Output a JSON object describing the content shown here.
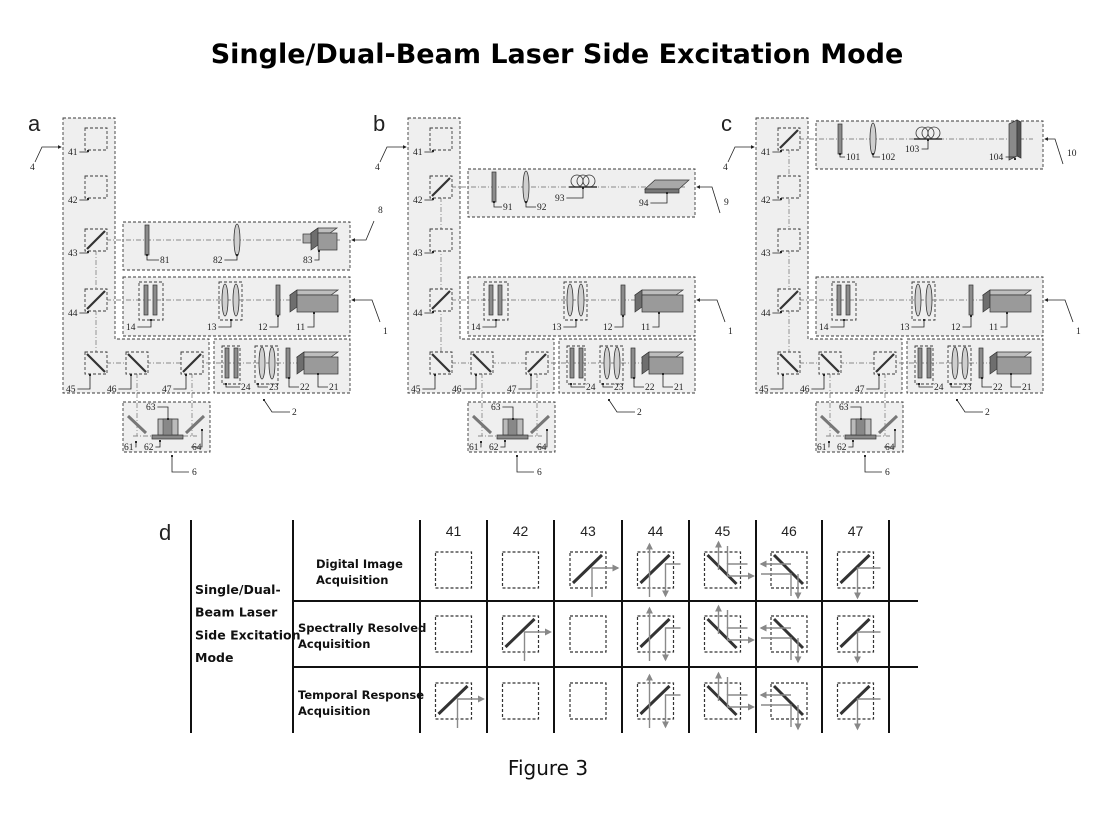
{
  "title": "Single/Dual-Beam Laser Side Excitation Mode",
  "figure_caption": "Figure 3",
  "panels": [
    {
      "letter": "a",
      "module4_label": "4",
      "elements": [
        {
          "id": "41",
          "mirror": "none"
        },
        {
          "id": "42",
          "mirror": "none"
        },
        {
          "id": "43",
          "mirror": "slash"
        },
        {
          "id": "44",
          "mirror": "slash"
        },
        {
          "id": "45",
          "mirror": "backslash"
        },
        {
          "id": "46",
          "mirror": "backslash"
        },
        {
          "id": "47",
          "mirror": "slash"
        }
      ],
      "side_module": {
        "label": "8",
        "port": "43",
        "parts": [
          {
            "id": "81",
            "type": "filter"
          },
          {
            "id": "82",
            "type": "lens"
          },
          {
            "id": "83",
            "type": "camera"
          }
        ]
      },
      "laser_module_1": {
        "label": "1",
        "parts": [
          {
            "id": "14",
            "type": "plate-pair"
          },
          {
            "id": "13",
            "type": "lens-pair"
          },
          {
            "id": "12",
            "type": "filter"
          },
          {
            "id": "11",
            "type": "laser"
          }
        ]
      },
      "laser_module_2": {
        "label": "2",
        "parts": [
          {
            "id": "24",
            "type": "plate-pair"
          },
          {
            "id": "23",
            "type": "lens-pair"
          },
          {
            "id": "22",
            "type": "filter"
          },
          {
            "id": "21",
            "type": "laser"
          }
        ]
      },
      "sample_module": {
        "label": "6",
        "parts": [
          {
            "id": "61",
            "type": "mirror"
          },
          {
            "id": "62",
            "type": "stage"
          },
          {
            "id": "63",
            "type": "cuvette"
          },
          {
            "id": "64",
            "type": "mirror"
          }
        ]
      }
    },
    {
      "letter": "b",
      "module4_label": "4",
      "elements": [
        {
          "id": "41",
          "mirror": "none"
        },
        {
          "id": "42",
          "mirror": "slash"
        },
        {
          "id": "43",
          "mirror": "none"
        },
        {
          "id": "44",
          "mirror": "slash"
        },
        {
          "id": "45",
          "mirror": "backslash"
        },
        {
          "id": "46",
          "mirror": "backslash"
        },
        {
          "id": "47",
          "mirror": "slash"
        }
      ],
      "side_module": {
        "label": "9",
        "port": "42",
        "parts": [
          {
            "id": "91",
            "type": "filter"
          },
          {
            "id": "92",
            "type": "lens"
          },
          {
            "id": "93",
            "type": "fiber-coil"
          },
          {
            "id": "94",
            "type": "slab"
          }
        ]
      },
      "laser_module_1": {
        "label": "1",
        "parts": [
          {
            "id": "14",
            "type": "plate-pair"
          },
          {
            "id": "13",
            "type": "lens-pair"
          },
          {
            "id": "12",
            "type": "filter"
          },
          {
            "id": "11",
            "type": "laser"
          }
        ]
      },
      "laser_module_2": {
        "label": "2",
        "parts": [
          {
            "id": "24",
            "type": "plate-pair"
          },
          {
            "id": "23",
            "type": "lens-pair"
          },
          {
            "id": "22",
            "type": "filter"
          },
          {
            "id": "21",
            "type": "laser"
          }
        ]
      },
      "sample_module": {
        "label": "6",
        "parts": [
          {
            "id": "61",
            "type": "mirror"
          },
          {
            "id": "62",
            "type": "stage"
          },
          {
            "id": "63",
            "type": "cuvette"
          },
          {
            "id": "64",
            "type": "mirror"
          }
        ]
      }
    },
    {
      "letter": "c",
      "module4_label": "4",
      "elements": [
        {
          "id": "41",
          "mirror": "slash"
        },
        {
          "id": "42",
          "mirror": "none"
        },
        {
          "id": "43",
          "mirror": "none"
        },
        {
          "id": "44",
          "mirror": "slash"
        },
        {
          "id": "45",
          "mirror": "backslash"
        },
        {
          "id": "46",
          "mirror": "backslash"
        },
        {
          "id": "47",
          "mirror": "slash"
        }
      ],
      "side_module": {
        "label": "10",
        "port": "41",
        "parts": [
          {
            "id": "101",
            "type": "filter"
          },
          {
            "id": "102",
            "type": "lens"
          },
          {
            "id": "103",
            "type": "fiber-coil"
          },
          {
            "id": "104",
            "type": "grating"
          }
        ]
      },
      "laser_module_1": {
        "label": "1",
        "parts": [
          {
            "id": "14",
            "type": "plate-pair"
          },
          {
            "id": "13",
            "type": "lens-pair"
          },
          {
            "id": "12",
            "type": "filter"
          },
          {
            "id": "11",
            "type": "laser"
          }
        ]
      },
      "laser_module_2": {
        "label": "2",
        "parts": [
          {
            "id": "24",
            "type": "plate-pair"
          },
          {
            "id": "23",
            "type": "lens-pair"
          },
          {
            "id": "22",
            "type": "filter"
          },
          {
            "id": "21",
            "type": "laser"
          }
        ]
      },
      "sample_module": {
        "label": "6",
        "parts": [
          {
            "id": "61",
            "type": "mirror"
          },
          {
            "id": "62",
            "type": "stage"
          },
          {
            "id": "63",
            "type": "cuvette"
          },
          {
            "id": "64",
            "type": "mirror"
          }
        ]
      }
    }
  ],
  "table": {
    "letter": "d",
    "mode_label_lines": [
      "Single/Dual-",
      "Beam Laser",
      "Side Excitation",
      "Mode"
    ],
    "columns": [
      "41",
      "42",
      "43",
      "44",
      "45",
      "46",
      "47"
    ],
    "rows": [
      {
        "label_lines": [
          "Digital Image",
          "Acquisition"
        ],
        "cells": [
          "empty",
          "empty",
          "reflect-right",
          "pass-split",
          "split-right",
          "split-left",
          "reflect-down"
        ]
      },
      {
        "label_lines": [
          "Spectrally Resolved",
          "Acquisition"
        ],
        "cells": [
          "empty",
          "reflect-right",
          "empty",
          "pass-split",
          "split-right",
          "split-left",
          "reflect-down"
        ]
      },
      {
        "label_lines": [
          "Temporal Response",
          "Acquisition"
        ],
        "cells": [
          "reflect-right",
          "empty",
          "empty",
          "pass-split",
          "split-right",
          "split-left",
          "reflect-down"
        ]
      }
    ]
  },
  "colors": {
    "module_fill": "#efefef",
    "stroke": "#3a3a3a",
    "beam": "#8a8a8a",
    "component": "#8c8c8c"
  }
}
